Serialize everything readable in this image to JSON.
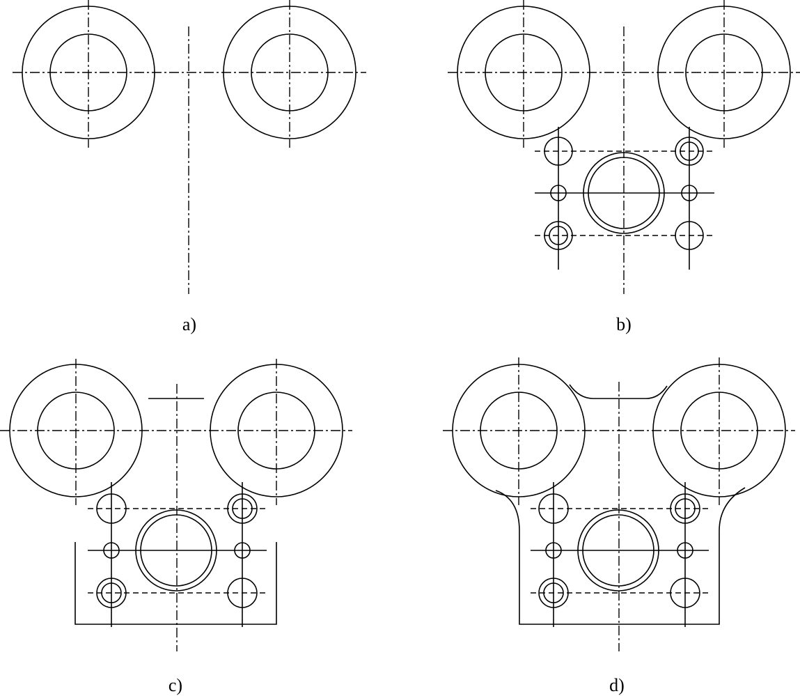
{
  "captions": {
    "a": "a)",
    "b": "b)",
    "c": "c)",
    "d": "d)"
  },
  "colors": {
    "line": "#000000",
    "background": "#ffffff"
  }
}
